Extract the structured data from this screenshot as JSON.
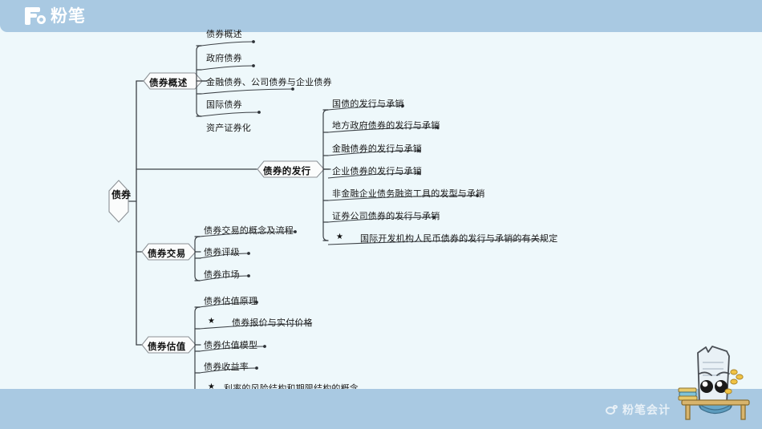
{
  "header": {
    "logo_text": "粉笔",
    "logo_icon": "fb-logo-icon"
  },
  "footer": {
    "watermark_text": "粉笔会计",
    "watermark_icon": "weibo-icon",
    "mascot_icon": "paper-mascot-illustration"
  },
  "mindmap": {
    "root": "债券",
    "branches": [
      {
        "title": "债券概述",
        "items": [
          {
            "star": "",
            "text": "债券概述"
          },
          {
            "star": "",
            "text": "政府债券"
          },
          {
            "star": "",
            "text": "金融债券、公司债券与企业债券"
          },
          {
            "star": "",
            "text": "国际债券"
          },
          {
            "star": "",
            "text": "资产证券化"
          }
        ]
      },
      {
        "title": "债券的发行",
        "items": [
          {
            "star": "",
            "text": "国债的发行与承销"
          },
          {
            "star": "",
            "text": "地方政府债券的发行与承销"
          },
          {
            "star": "",
            "text": "金融债券的发行与承销"
          },
          {
            "star": "",
            "text": "企业债券的发行与承销"
          },
          {
            "star": "",
            "text": "非金融企业债务融资工具的发型与承销"
          },
          {
            "star": "",
            "text": "证券公司债券的发行与承销"
          },
          {
            "star": "★",
            "text": "国际开发机构人民币债券的发行与承销的有关规定"
          }
        ]
      },
      {
        "title": "债券交易",
        "items": [
          {
            "star": "",
            "text": "债券交易的概念及流程"
          },
          {
            "star": "",
            "text": "债券评级"
          },
          {
            "star": "",
            "text": "债券市场"
          }
        ]
      },
      {
        "title": "债券估值",
        "items": [
          {
            "star": "",
            "text": "债券估值原理"
          },
          {
            "star": "★",
            "text": "债券报价与实付价格"
          },
          {
            "star": "",
            "text": "债券估值模型"
          },
          {
            "star": "",
            "text": "债券收益率"
          },
          {
            "star": "★",
            "text": "利率的风险结构和期限结构的概念"
          }
        ]
      }
    ]
  },
  "colors": {
    "header_bar": "#a9c9e2",
    "canvas": "#eef8fb",
    "node_fill": "#fbfcfc",
    "node_stroke": "#8c9196",
    "line": "#3c4146"
  }
}
